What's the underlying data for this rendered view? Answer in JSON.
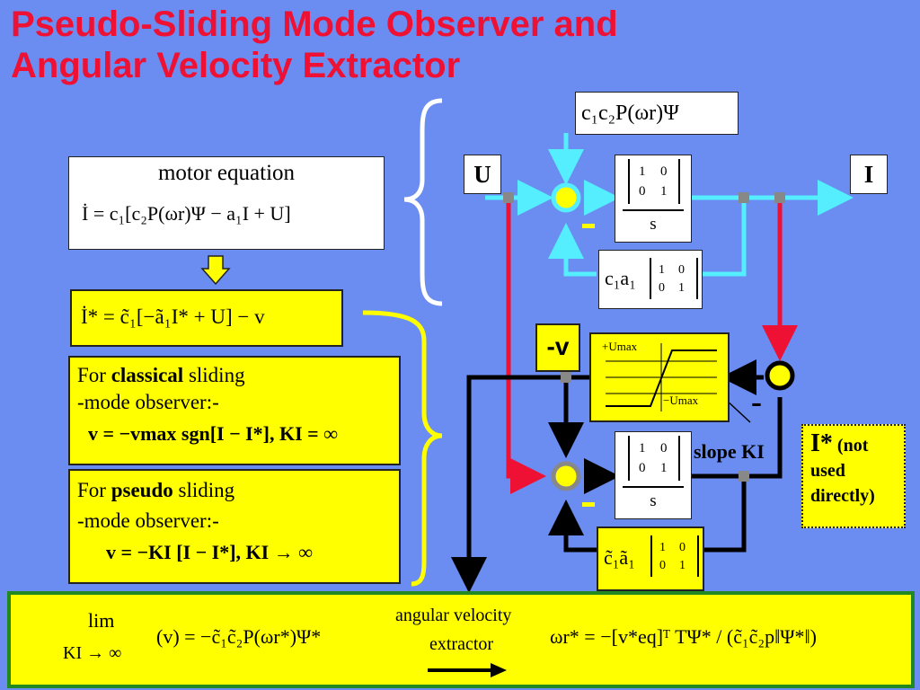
{
  "title": {
    "line1": "Pseudo-Sliding Mode Observer and",
    "line2": "Angular Velocity Extractor"
  },
  "motor_equation": {
    "heading": "motor equation",
    "formula": "İ = c₁[c₂P(ωr)Ψ − a₁I + U]"
  },
  "observer_equation": "İ* = c̃₁[−ã₁I* + U] − v",
  "classical": {
    "prefix": "For ",
    "bold": "classical",
    "suffix": " sliding",
    "line2": "-mode observer:-",
    "formula": "v = −vmax sgn[I − I*], KI = ∞"
  },
  "pseudo": {
    "prefix": "For ",
    "bold": "pseudo",
    "suffix": " sliding",
    "line2": "-mode observer:-",
    "formula": "v = −KI [I − I*], KI → ∞"
  },
  "diagram": {
    "top_block": "c₁c₂P(ωr)Ψ",
    "input_label": "U",
    "output_label": "I",
    "integrator_matrix": [
      "1",
      "0",
      "0",
      "1"
    ],
    "integrator_den": "s",
    "feedback_top": "c₁a₁",
    "feedback_bottom": "c̃₁ã₁",
    "minus": "−",
    "v_label": "-v",
    "sat_top": "+Umax",
    "sat_bottom": "−Umax",
    "slope": "slope KI",
    "comparator_minus": "-",
    "istar_note_main": "I*",
    "istar_note_rest": " (not used directly)"
  },
  "bottom": {
    "lim": "lim",
    "lim_sub": "KI → ∞",
    "lim_expr": "(v) = −c̃₁c̃₂P(ωr*)Ψ*",
    "extractor_line1": "angular velocity",
    "extractor_line2": "extractor",
    "omega_expr": "ωr* = −[v*eq]ᵀ TΨ* / (c̃₁c̃₂p‖Ψ*‖)"
  },
  "colors": {
    "background": "#6b8cf0",
    "title": "#ee1133",
    "cyan_wire": "#55eeff",
    "red_wire": "#ee1133",
    "yellow_box": "#ffff00",
    "yellow_brace": "#ffff00",
    "green_border": "#228822"
  },
  "icons": {
    "down_arrow": "yellow-down-arrow-icon",
    "right_arrow": "black-right-arrow-icon"
  }
}
